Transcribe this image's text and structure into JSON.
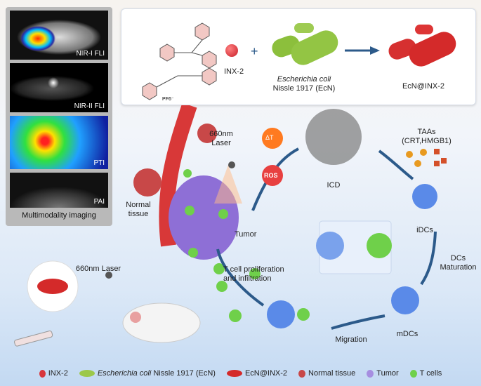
{
  "imaging_panel": {
    "images": [
      {
        "label": "NIR-I FLI"
      },
      {
        "label": "NIR-II FLI"
      },
      {
        "label": "PTI"
      },
      {
        "label": "PAI"
      }
    ],
    "caption": "Multimodality imaging"
  },
  "synthesis": {
    "counterion": "PF6⁻",
    "inx2_label": "INX-2",
    "plus": "+",
    "bacteria_label_italic": "Escherichia coli",
    "bacteria_label_rest": "Nissle 1917 (EcN)",
    "product_label": "EcN@INX-2"
  },
  "mechanism": {
    "laser_top": "660nm Laser",
    "laser_mouse": "660nm Laser",
    "normal_tissue": "Normal tissue",
    "tumor": "Tumor",
    "delta_t": "ΔT",
    "ros": "ROS",
    "icd": "ICD",
    "taas": "TAAs",
    "taas_detail": "(CRT,HMGB1)",
    "idcs": "iDCs",
    "dcs_maturation": "DCs Maturation",
    "mdcs": "mDCs",
    "migration": "Migration",
    "t_cell": "T cell proliferation and infiltration"
  },
  "legend": [
    {
      "label": "INX-2",
      "color": "#d8353b"
    },
    {
      "label_italic": "Escherichia coli",
      "label": " Nissle 1917 (EcN)",
      "color": "#9cc84a"
    },
    {
      "label": "EcN@INX-2",
      "color": "#d42a2a"
    },
    {
      "label": "Normal tissue",
      "color": "#c84848"
    },
    {
      "label": "Tumor",
      "color": "#a68ee0"
    },
    {
      "label": "T cells",
      "color": "#6fd04a"
    }
  ]
}
